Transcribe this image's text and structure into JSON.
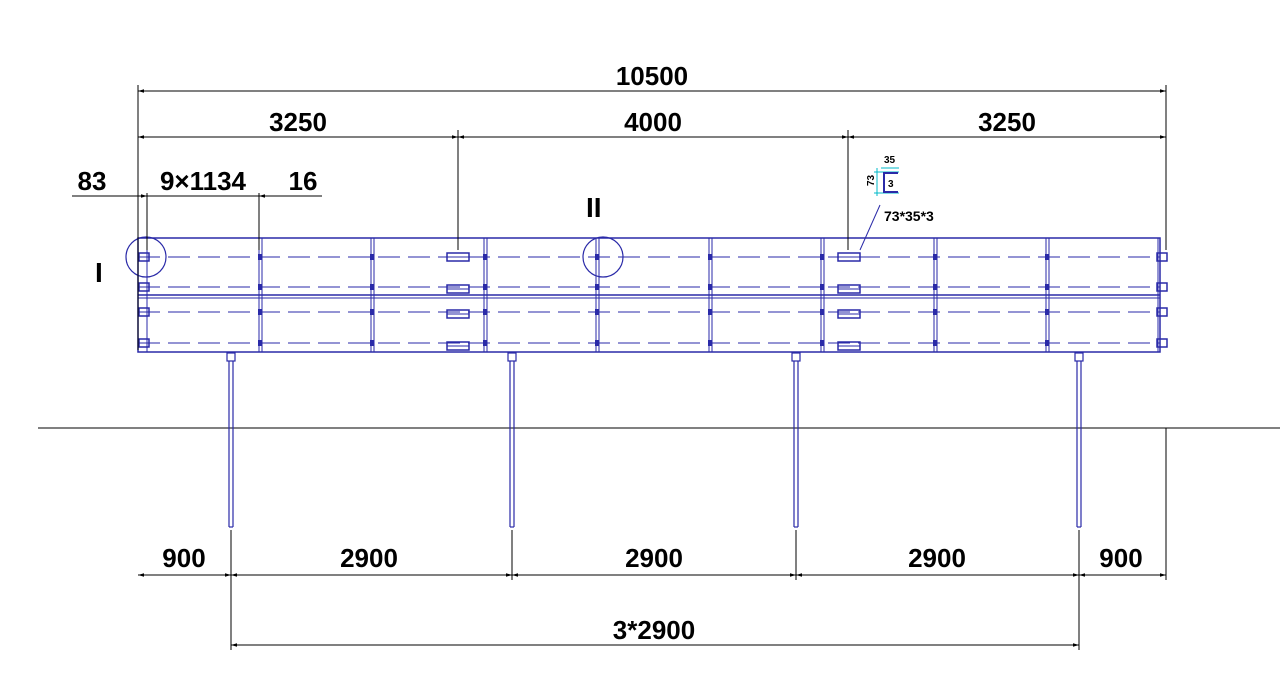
{
  "dimensions": {
    "total": "10500",
    "left_span": "3250",
    "mid_span": "4000",
    "right_span": "3250",
    "edge_left": "83",
    "modules": "9×1134",
    "gap": "16",
    "post_left_overhang": "900",
    "post_span_1": "2900",
    "post_span_2": "2900",
    "post_span_3": "2900",
    "post_right_overhang": "900",
    "post_total": "3*2900"
  },
  "detail_labels": {
    "detail_1": "I",
    "detail_2": "II"
  },
  "profile": {
    "width": "35",
    "height": "73",
    "thickness": "3",
    "designation": "73*35*3"
  },
  "colors": {
    "frame": "#2a2aa8",
    "dim": "#000000",
    "cyan": "#00b8c8"
  }
}
